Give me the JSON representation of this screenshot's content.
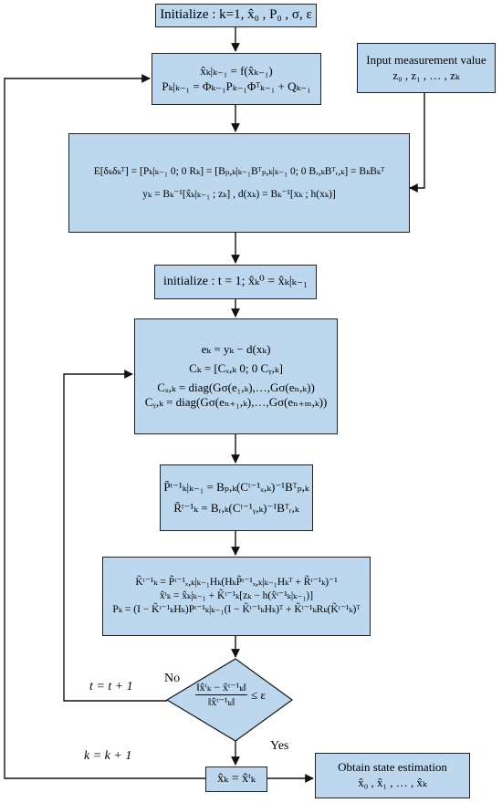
{
  "nodes": {
    "init": {
      "text": "Initialize : k=1, x̂₀ , P₀ , σ, ε"
    },
    "predict": {
      "lines": [
        "x̂ₖ|ₖ₋₁ = f(x̂ₖ₋₁)",
        "Pₖ|ₖ₋₁ = Φₖ₋₁Pₖ₋₁Φᵀₖ₋₁ + Qₖ₋₁"
      ]
    },
    "measurement": {
      "lines": [
        "Input measurement value",
        "z₀ , z₁ , … , zₖ"
      ]
    },
    "regression": {
      "lines": [
        "E[δₖδₖᵀ] = [Pₖ|ₖ₋₁ 0; 0 Rₖ] = [Bₚ,ₖ|ₖ₋₁Bᵀₚ,ₖ|ₖ₋₁ 0; 0 Bᵣ,ₖBᵀᵣ,ₖ] = BₖBₖᵀ",
        "yₖ = Bₖ⁻¹[x̂ₖ|ₖ₋₁ ; zₖ] ,  d(xₖ) = Bₖ⁻¹[xₖ ; h(xₖ)]"
      ]
    },
    "init_t": {
      "text": "initialize : t = 1; x̂ₖ⁰ = x̂ₖ|ₖ₋₁"
    },
    "kernel": {
      "lines": [
        "eₖ = yₖ − d(xₖ)",
        "Cₖ = [Cₓ,ₖ 0; 0 Cᵧ,ₖ]",
        "Cₓ,ₖ = diag(Gσ(e₁,ₖ),…,Gσ(eₙ,ₖ))",
        "Cᵧ,ₖ = diag(Gσ(eₙ₊₁,ₖ),…,Gσ(eₙ₊ₘ,ₖ))"
      ]
    },
    "cov": {
      "lines": [
        "P̃ᵗ⁻¹ₖ|ₖ₋₁ = Bₚ,ₖ(Cᵗ⁻¹ₓ,ₖ)⁻¹Bᵀₚ,ₖ",
        "R̃ᵗ⁻¹ₖ = Bᵣ,ₖ(Cᵗ⁻¹ᵧ,ₖ)⁻¹Bᵀᵣ,ₖ"
      ]
    },
    "gain": {
      "lines": [
        "K̃ᵗ⁻¹ₖ = P̃ᵗ⁻¹ₓ,ₖ|ₖ₋₁Hₖ(HₖP̃ᵗ⁻¹ₓ,ₖ|ₖ₋₁Hₖᵀ + R̃ᵗ⁻¹ₖ)⁻¹",
        "x̂ᵗₖ = x̂ₖ|ₖ₋₁ + K̃ᵗ⁻¹ₖ[zₖ − h(x̂ᵗ⁻¹ₖ|ₖ₋₁)]",
        "Pₖ = (I − K̃ᵗ⁻¹ₖHₖ)Pᵗ⁻¹ₖ|ₖ₋₁(I − K̃ᵗ⁻¹ₖHₖ)ᵀ + K̃ᵗ⁻¹ₖRₖ(K̃ᵗ⁻¹ₖ)ᵀ"
      ]
    },
    "decision": {
      "numerator": "‖x̂ᵗₖ − x̂ᵗ⁻¹ₖ‖",
      "denominator": "‖x̂ᵗ⁻¹ₖ‖",
      "relation": "≤ ε"
    },
    "update": {
      "text": "x̂ₖ = x̂ᵗₖ"
    },
    "output": {
      "lines": [
        "Obtain state estimation",
        "x̂₀ , x̂₁ , … , x̂ₖ"
      ]
    }
  },
  "edge_labels": {
    "no": "No",
    "yes": "Yes",
    "t_increment": "t = t + 1",
    "k_increment": "k = k + 1"
  },
  "colors": {
    "box_fill": "#bcd7ee",
    "stroke": "#222222"
  }
}
